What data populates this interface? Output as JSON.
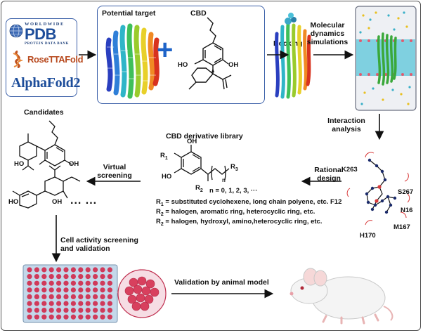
{
  "databases": {
    "pdb_top": "WORLDWIDE",
    "pdb_main": "PDB",
    "pdb_bottom": "PROTEIN DATA BANK",
    "rosetta": "RoseTTAFold",
    "alphafold": "AlphaFold2"
  },
  "target_box": {
    "potential_target": "Potential target",
    "cbd": "CBD",
    "plus": "+",
    "ho": "HO",
    "oh": "OH"
  },
  "steps": {
    "docking": "Docking",
    "md_line1": "Molecular",
    "md_line2": "dynamics",
    "md_line3": "simulations",
    "interaction_line1": "Interaction",
    "interaction_line2": "analysis",
    "rational_line1": "Rational",
    "rational_line2": "design",
    "virtual_line1": "Virtual",
    "virtual_line2": "screening",
    "cell_line1": "Cell activity screening",
    "cell_line2": "and validation",
    "animal": "Validation by animal model"
  },
  "candidates": {
    "title": "Candidates",
    "ho": "HO",
    "oh": "OH",
    "ellipsis": "... ..."
  },
  "library": {
    "title": "CBD derivative library",
    "oh": "OH",
    "ho": "HO",
    "r1": "R",
    "r1_sub": "1",
    "r2": "R",
    "r2_sub": "2",
    "r3": "R",
    "r3_sub": "3",
    "n_sub": "n",
    "n_values": "n = 0, 1, 2, 3, ···",
    "def_r1": "= substituted cyclohexene, long chain polyene, etc.",
    "def_r2a": "= halogen, aromatic ring, heterocyclic ring, etc.",
    "def_r2b": "= halogen, hydroxyl, amino,heterocyclic ring, etc."
  },
  "residues": [
    "K263",
    "S267",
    "F12",
    "N16",
    "M167",
    "H170"
  ],
  "colors": {
    "box_border": "#3a5fa8",
    "arrow": "#111111",
    "membrane": "#7fd0e0",
    "plate": "#d03a5a"
  }
}
